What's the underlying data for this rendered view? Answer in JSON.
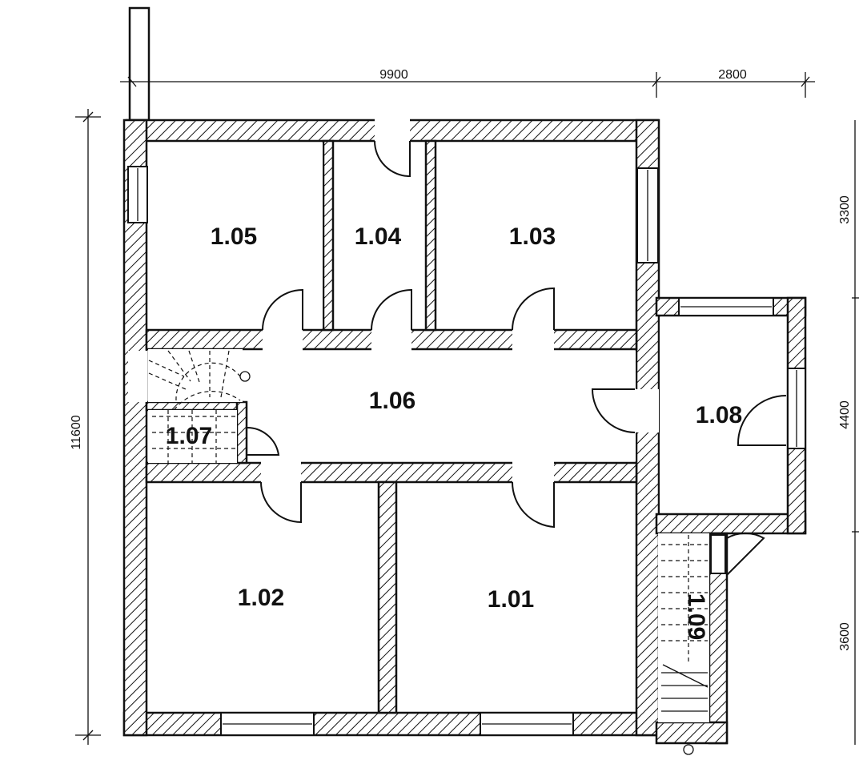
{
  "rooms": [
    {
      "id": "1.05",
      "label": "1.05"
    },
    {
      "id": "1.04",
      "label": "1.04"
    },
    {
      "id": "1.03",
      "label": "1.03"
    },
    {
      "id": "1.06",
      "label": "1.06"
    },
    {
      "id": "1.07",
      "label": "1.07"
    },
    {
      "id": "1.08",
      "label": "1.08"
    },
    {
      "id": "1.02",
      "label": "1.02"
    },
    {
      "id": "1.01",
      "label": "1.01"
    },
    {
      "id": "1.09",
      "label": "1.09"
    }
  ],
  "dimensions": {
    "top_main": "9900",
    "top_annex": "2800",
    "left_total": "11600",
    "right_upper": "3300",
    "right_middle": "4400",
    "right_lower": "3600"
  },
  "colors": {
    "ink": "#111111",
    "paper": "#ffffff"
  }
}
